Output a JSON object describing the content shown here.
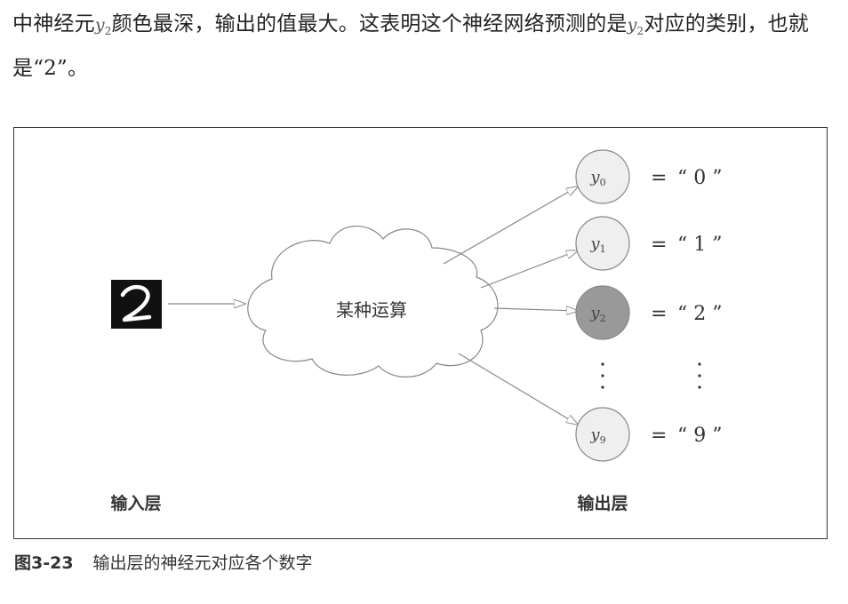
{
  "paragraph": {
    "part1": "中神经元",
    "math_var": "y",
    "math_sub": "2",
    "part2": "颜色最深，输出的值最大。这表明这个神经网络预测的是",
    "part3": "对应的类别，也就是“2”。"
  },
  "figure": {
    "input_label": "输入层",
    "output_label": "输出层",
    "cloud_label": "某种运算",
    "nodes": [
      {
        "var": "y",
        "sub": "0",
        "equals": "=",
        "value": "“ 0 ”",
        "highlight": false
      },
      {
        "var": "y",
        "sub": "1",
        "equals": "=",
        "value": "“ 1 ”",
        "highlight": false
      },
      {
        "var": "y",
        "sub": "2",
        "equals": "=",
        "value": "“ 2 ”",
        "highlight": true
      },
      {
        "var": "y",
        "sub": "9",
        "equals": "=",
        "value": "“ 9 ”",
        "highlight": false
      }
    ],
    "colors": {
      "node_fill": "#efefef",
      "node_highlight": "#999999",
      "stroke": "#888888",
      "digit_bg": "#111111"
    }
  },
  "caption": {
    "number": "图3-23",
    "text": "输出层的神经元对应各个数字"
  }
}
